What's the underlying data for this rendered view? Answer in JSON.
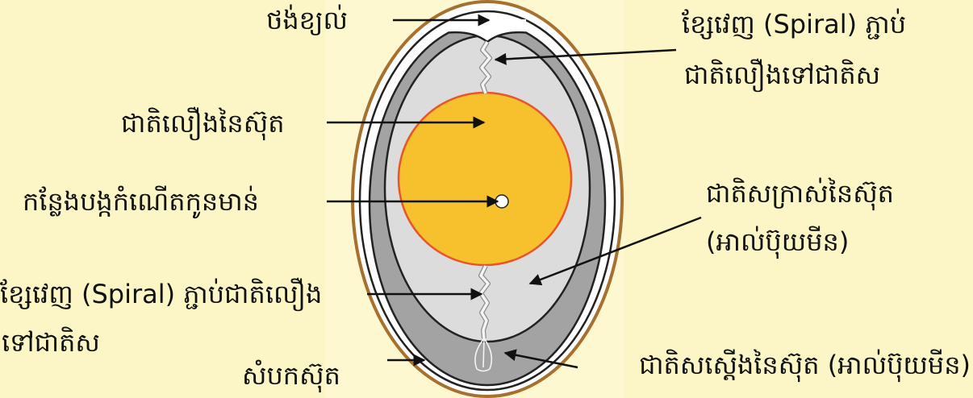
{
  "diagram": {
    "labels": {
      "air_cell": "ថង់ខ្យល់",
      "chalaza_top": [
        "ខ្សែវេញ (Spiral) ភ្ជាប់",
        "ជាតិលឿងទៅជាតិស"
      ],
      "yolk": "ជាតិលឿងនៃស៊ុត",
      "germinal_disc": "កន្លែងបង្កកំណើតកូនមាន់",
      "thick_albumen": [
        "ជាតិសក្រាស់នៃស៊ុត",
        "(អាល់ប៊ុយមីន)"
      ],
      "chalaza_bottom": [
        "ខ្សែវេញ (Spiral) ភ្ជាប់ជាតិលឿង",
        "ទៅជាតិស"
      ],
      "shell": "សំបកស៊ុត",
      "thin_albumen": "ជាតិសស្តើងនៃស៊ុត (អាល់ប៊ុយមីន)"
    },
    "colors": {
      "background": "#fcf6c6",
      "figure_panel": "#fdf8d0",
      "shell": "#a8702f",
      "membrane": "#ffffff",
      "thin_albumen": "#a3a3a3",
      "thick_albumen": "#dcdcdc",
      "yolk": "#f6c12c",
      "yolk_border": "#e9552b",
      "germinal_disc": "#ffffff",
      "outline": "#222222",
      "arrow": "#111111",
      "chalaza": "#f4f4f4",
      "chalaza_edge": "#8c8c8c"
    }
  }
}
